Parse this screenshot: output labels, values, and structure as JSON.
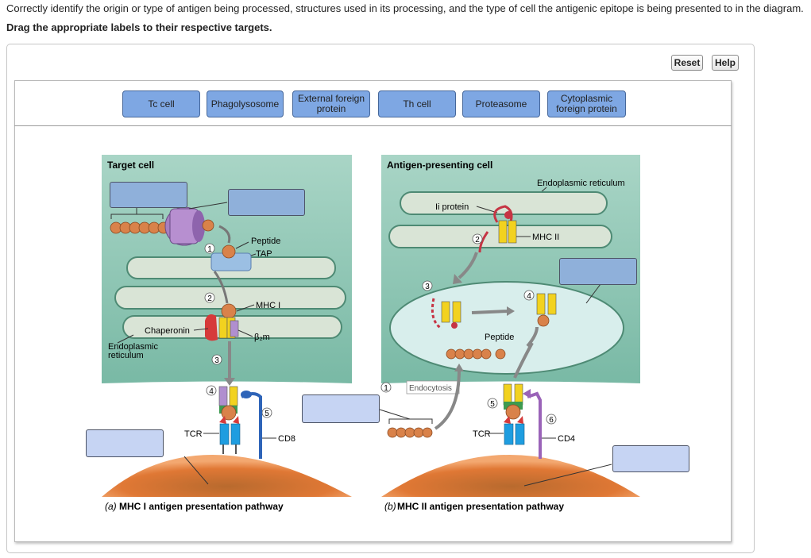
{
  "question": "Correctly identify the origin or type of antigen being processed, structures used in its processing, and the type of cell the antigenic epitope is being presented to in the diagram.",
  "instruction": "Drag the appropriate labels to their respective targets.",
  "buttons": {
    "reset": "Reset",
    "help": "Help"
  },
  "labels": [
    {
      "text": "Tc cell"
    },
    {
      "text": "Phagolysosome"
    },
    {
      "text": "External foreign protein"
    },
    {
      "text": "Th cell"
    },
    {
      "text": "Proteasome"
    },
    {
      "text": "Cytoplasmic foreign protein"
    }
  ],
  "diagram": {
    "left": {
      "title": "Target cell",
      "caption_prefix": "(a)",
      "caption": "MHC I antigen presentation pathway",
      "peptide": "Peptide",
      "tap": "TAP",
      "mhc": "MHC I",
      "chaperonin": "Chaperonin",
      "b2m": "β₂m",
      "er_line1": "Endoplasmic",
      "er_line2": "reticulum",
      "tcr": "TCR",
      "cd8": "CD8",
      "steps": [
        "1",
        "2",
        "3",
        "4",
        "5"
      ]
    },
    "right": {
      "title": "Antigen-presenting cell",
      "caption_prefix": "(b)",
      "caption": "MHC II antigen presentation pathway",
      "er": "Endoplasmic reticulum",
      "ii": "Ii protein",
      "mhc": "MHC II",
      "peptide": "Peptide",
      "endocytosis": "Endocytosis",
      "tcr": "TCR",
      "cd4": "CD4",
      "steps": [
        "1",
        "2",
        "3",
        "4",
        "5",
        "6"
      ]
    }
  }
}
